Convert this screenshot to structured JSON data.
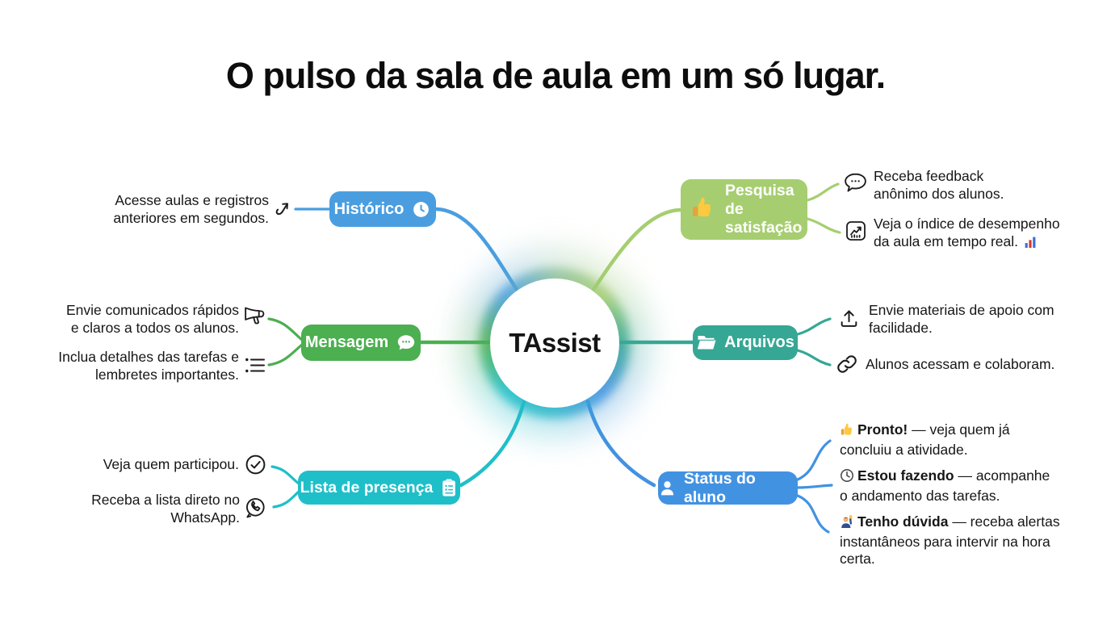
{
  "title": "O pulso da sala de aula em um só lugar.",
  "center": {
    "label": "TAssist"
  },
  "palette": {
    "historico_blue": "#4A9EE0",
    "mensagem_green": "#4CAF50",
    "lista_teal": "#1FBFC9",
    "pesquisa_light_green": "#A6CE70",
    "arquivos_teal_green": "#35A794",
    "status_blue": "#4292E2",
    "text_dark": "#161616",
    "background": "#FFFFFF"
  },
  "branches": [
    {
      "id": "historico",
      "label": "Histórico",
      "color": "#4A9EE0",
      "pill_icon": "clock-icon",
      "notes": [
        {
          "icon": "trend-arrow-icon",
          "text": "Acesse aulas e registros anteriores em segundos."
        }
      ]
    },
    {
      "id": "mensagem",
      "label": "Mensagem",
      "color": "#4CAF50",
      "pill_icon": "chat-bubble-icon",
      "notes": [
        {
          "icon": "megaphone-icon",
          "text": "Envie comunicados rápidos e claros a todos os alunos."
        },
        {
          "icon": "task-list-icon",
          "text": "Inclua detalhes das tarefas e lembretes importantes."
        }
      ]
    },
    {
      "id": "lista-de-presenca",
      "label": "Lista de presença",
      "color": "#1FBFC9",
      "pill_icon": "clipboard-icon",
      "notes": [
        {
          "icon": "check-circle-icon",
          "text": "Veja quem participou."
        },
        {
          "icon": "whatsapp-icon",
          "text": "Receba a lista direto no WhatsApp."
        }
      ]
    },
    {
      "id": "pesquisa-de-satisfacao",
      "label": "Pesquisa de satisfação",
      "color": "#A6CE70",
      "pill_icon": "thumbs-up-emoji",
      "notes": [
        {
          "icon": "speech-dots-icon",
          "text": "Receba feedback anônimo dos alunos."
        },
        {
          "icon": "chart-box-icon",
          "text": "Veja o índice de desempenho da aula em tempo real.",
          "suffix_icon": "bar-chart-emoji"
        }
      ]
    },
    {
      "id": "arquivos",
      "label": "Arquivos",
      "color": "#35A794",
      "pill_icon": "open-folder-icon",
      "notes": [
        {
          "icon": "upload-icon",
          "text": "Envie materiais de apoio com facilidade."
        },
        {
          "icon": "link-icon",
          "text": "Alunos acessam e colaboram."
        }
      ]
    },
    {
      "id": "status-do-aluno",
      "label": "Status do aluno",
      "color": "#4292E2",
      "pill_icon": "person-icon",
      "notes": [
        {
          "icon": "thumbs-up-emoji",
          "lead": "Pronto!",
          "rest": " — veja quem já concluiu a atividade."
        },
        {
          "icon": "clock-emoji",
          "lead": "Estou fazendo",
          "rest": " — acompanhe o andamento das tarefas."
        },
        {
          "icon": "raising-hand-emoji",
          "lead": "Tenho dúvida",
          "rest": " — receba alertas instantâneos para intervir na hora certa."
        }
      ]
    }
  ]
}
